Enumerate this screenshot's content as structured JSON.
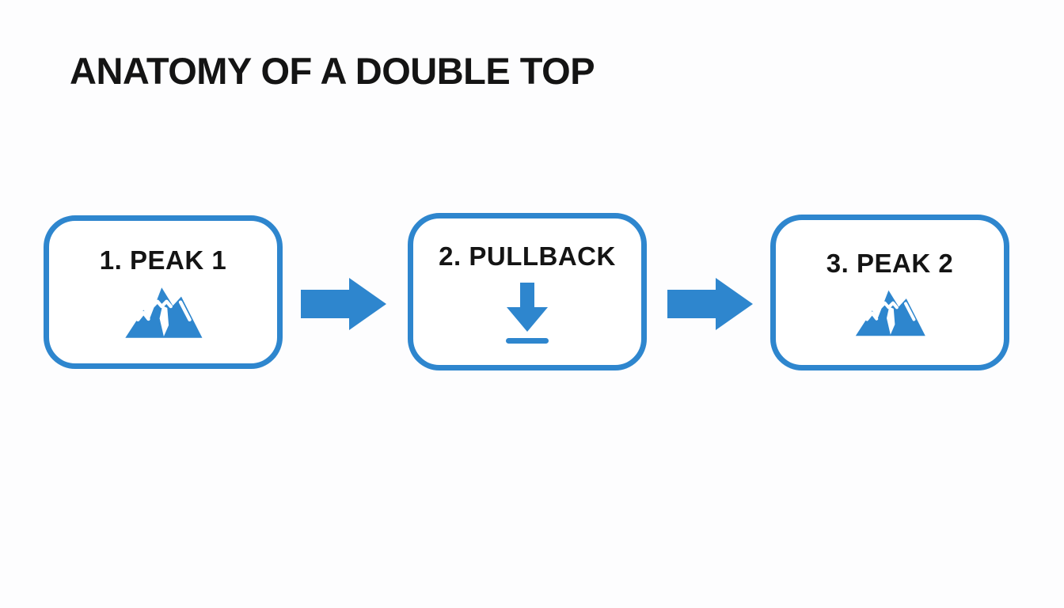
{
  "page": {
    "background_color": "#FDFDFE",
    "accent_color": "#2E86CE",
    "text_color": "#141414"
  },
  "title": {
    "text": "ANATOMY OF A DOUBLE TOP"
  },
  "flow": {
    "steps": [
      {
        "label": "1. PEAK 1",
        "icon": "mountain-peaks-icon"
      },
      {
        "label": "2. PULLBACK",
        "icon": "arrow-down-to-line-icon"
      },
      {
        "label": "3. PEAK 2",
        "icon": "mountain-peaks-icon"
      }
    ],
    "connectors": [
      {
        "icon": "arrow-right-icon"
      },
      {
        "icon": "arrow-right-icon"
      }
    ]
  }
}
